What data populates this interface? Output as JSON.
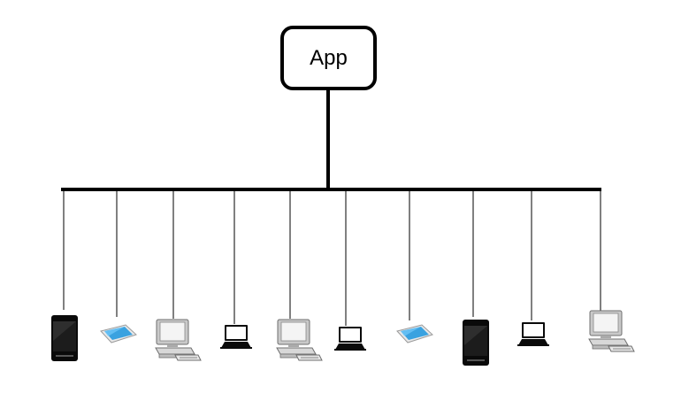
{
  "app": {
    "label": "App"
  },
  "devices": [
    {
      "type": "phone-tower"
    },
    {
      "type": "tablet"
    },
    {
      "type": "desktop"
    },
    {
      "type": "laptop"
    },
    {
      "type": "desktop"
    },
    {
      "type": "laptop"
    },
    {
      "type": "tablet"
    },
    {
      "type": "phone-tower"
    },
    {
      "type": "laptop"
    },
    {
      "type": "desktop"
    }
  ],
  "colors": {
    "line": "#000000",
    "tablet_blue": "#3aa2e0",
    "desktop_gray": "#c9c9c9"
  }
}
